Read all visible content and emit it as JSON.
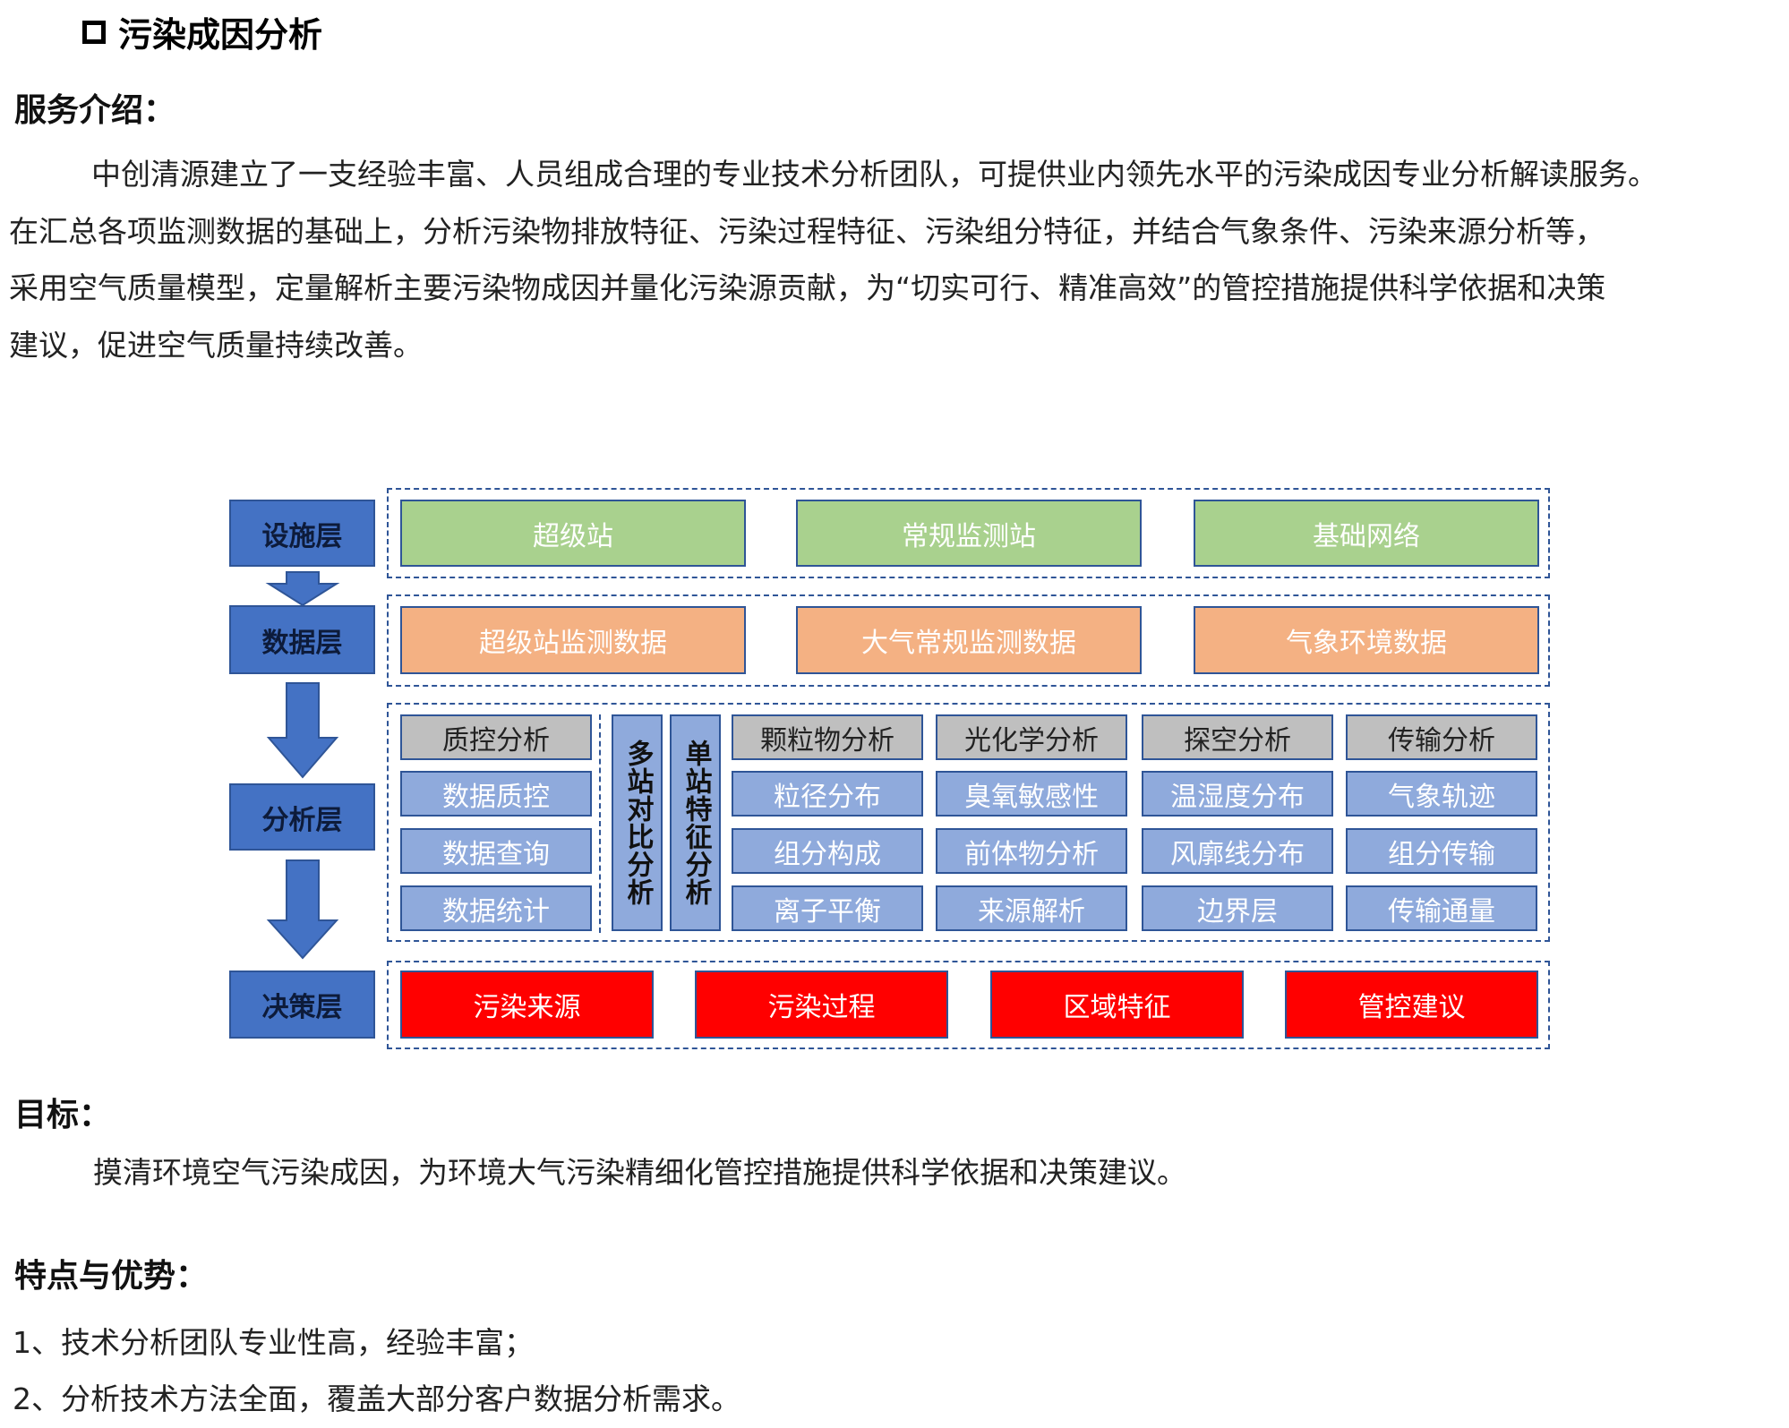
{
  "title": "污染成因分析",
  "intro_heading": "服务介绍：",
  "intro_lines": [
    "中创清源建立了一支经验丰富、人员组成合理的专业技术分析团队，可提供业内领先水平的污染成因专业分析解读服务。",
    "在汇总各项监测数据的基础上，分析污染物排放特征、污染过程特征、污染组分特征，并结合气象条件、污染来源分析等，",
    "采用空气质量模型，定量解析主要污染物成因并量化污染源贡献，为“切实可行、精准高效”的管控措施提供科学依据和决策",
    "建议，促进空气质量持续改善。"
  ],
  "diagram": {
    "layers": [
      "设施层",
      "数据层",
      "分析层",
      "决策层"
    ],
    "facility": [
      "超级站",
      "常规监测站",
      "基础网络"
    ],
    "data": [
      "超级站监测数据",
      "大气常规监测数据",
      "气象环境数据"
    ],
    "qc": {
      "header": "质控分析",
      "items": [
        "数据质控",
        "数据查询",
        "数据统计"
      ]
    },
    "vertical": [
      "多站对比分析",
      "单站特征分析"
    ],
    "analysis_columns": [
      {
        "header": "颗粒物分析",
        "items": [
          "粒径分布",
          "组分构成",
          "离子平衡"
        ]
      },
      {
        "header": "光化学分析",
        "items": [
          "臭氧敏感性",
          "前体物分析",
          "来源解析"
        ]
      },
      {
        "header": "探空分析",
        "items": [
          "温湿度分布",
          "风廓线分布",
          "边界层"
        ]
      },
      {
        "header": "传输分析",
        "items": [
          "气象轨迹",
          "组分传输",
          "传输通量"
        ]
      }
    ],
    "decision": [
      "污染来源",
      "污染过程",
      "区域特征",
      "管控建议"
    ]
  },
  "goal_heading": "目标：",
  "goal_text": "摸清环境空气污染成因，为环境大气污染精细化管控措施提供科学依据和决策建议。",
  "features_heading": "特点与优势：",
  "features": [
    "1、技术分析团队专业性高，经验丰富；",
    "2、分析技术方法全面，覆盖大部分客户数据分析需求。"
  ]
}
